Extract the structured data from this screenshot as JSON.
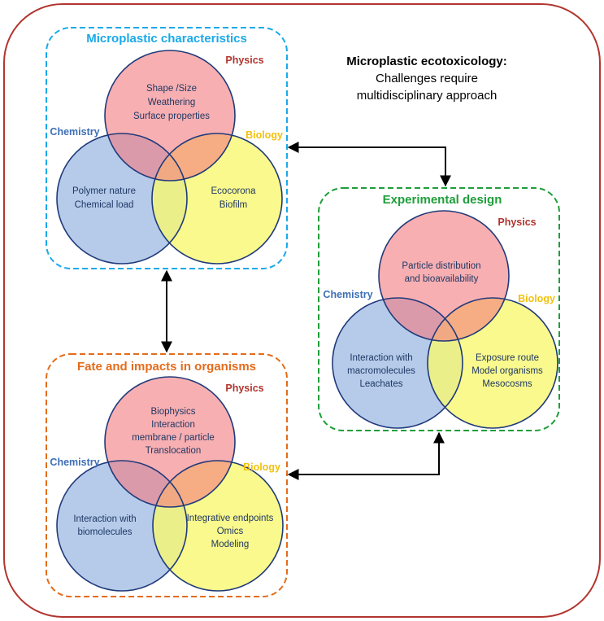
{
  "colors": {
    "outer_border": "#b1352f",
    "physics_circle": "#f47a7f",
    "chemistry_circle": "#a9c2e6",
    "biology_circle": "#f9f871",
    "circle_stroke": "#203a7a",
    "physics_label": "#b1352f",
    "chemistry_label": "#3e6fb6",
    "biology_label": "#f2c10e",
    "characteristics": "#1aa9e8",
    "experimental": "#1e9e3a",
    "fate": "#e36c1c"
  },
  "header": {
    "line1": "Microplastic ecotoxicology:",
    "line2": "Challenges require",
    "line3": "multidisciplinary approach"
  },
  "labels": {
    "physics": "Physics",
    "chemistry": "Chemistry",
    "biology": "Biology"
  },
  "characteristics": {
    "title": "Microplastic characteristics",
    "physics": [
      "Shape /Size",
      "Weathering",
      "Surface properties"
    ],
    "chemistry": [
      "Polymer nature",
      "Chemical load"
    ],
    "biology": [
      "Ecocorona",
      "Biofilm"
    ]
  },
  "experimental": {
    "title": "Experimental design",
    "physics": [
      "Particle distribution",
      "and bioavailability"
    ],
    "chemistry": [
      "Interaction with",
      "macromolecules",
      "Leachates"
    ],
    "biology": [
      "Exposure route",
      "Model organisms",
      "Mesocosms"
    ]
  },
  "fate": {
    "title": "Fate and impacts in organisms",
    "physics": [
      "Biophysics",
      "Interaction",
      "membrane / particle",
      "Translocation"
    ],
    "chemistry": [
      "Interaction with",
      "biomolecules"
    ],
    "biology": [
      "Integrative endpoints",
      "Omics",
      "Modeling"
    ]
  }
}
